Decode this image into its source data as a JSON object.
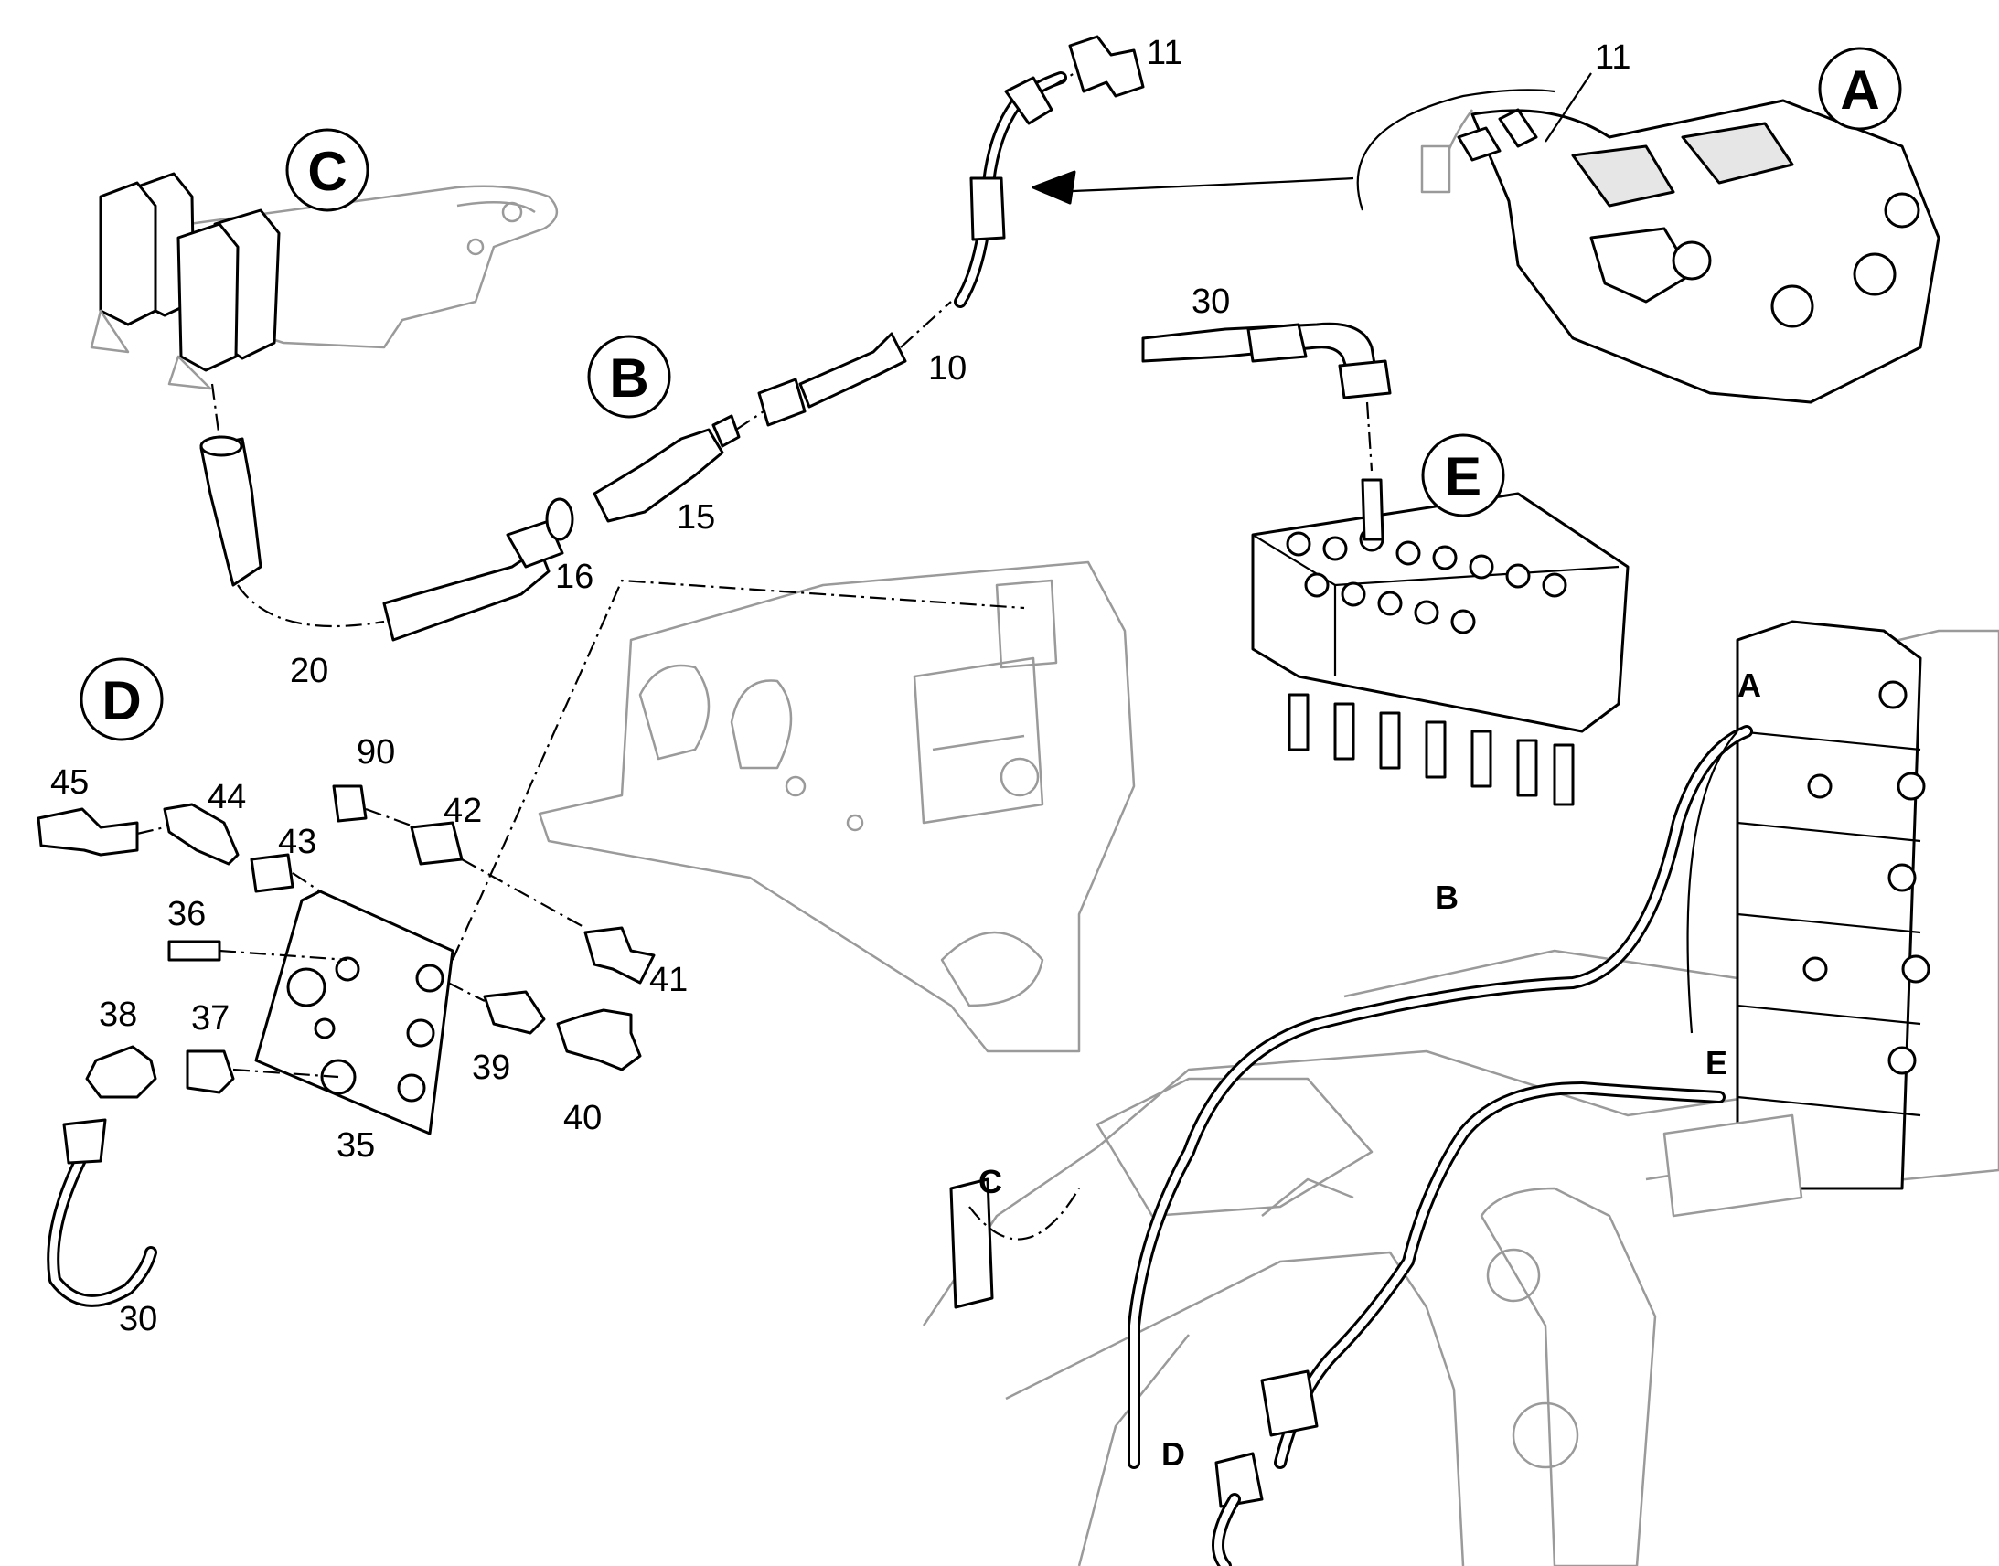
{
  "view_circles": {
    "a": "A",
    "b": "B",
    "c": "C",
    "d": "D",
    "e": "E"
  },
  "callouts": {
    "p11_top": "11",
    "p11_right": "11",
    "p10": "10",
    "p30_top": "30",
    "p15": "15",
    "p16": "16",
    "p20": "20",
    "p45": "45",
    "p44": "44",
    "p43": "43",
    "p90": "90",
    "p42": "42",
    "p36": "36",
    "p41": "41",
    "p38": "38",
    "p37": "37",
    "p39": "39",
    "p40": "40",
    "p35": "35",
    "p30_bottom": "30"
  },
  "location_markers": {
    "a": "A",
    "b": "B",
    "c": "C",
    "d": "D",
    "e": "E"
  }
}
